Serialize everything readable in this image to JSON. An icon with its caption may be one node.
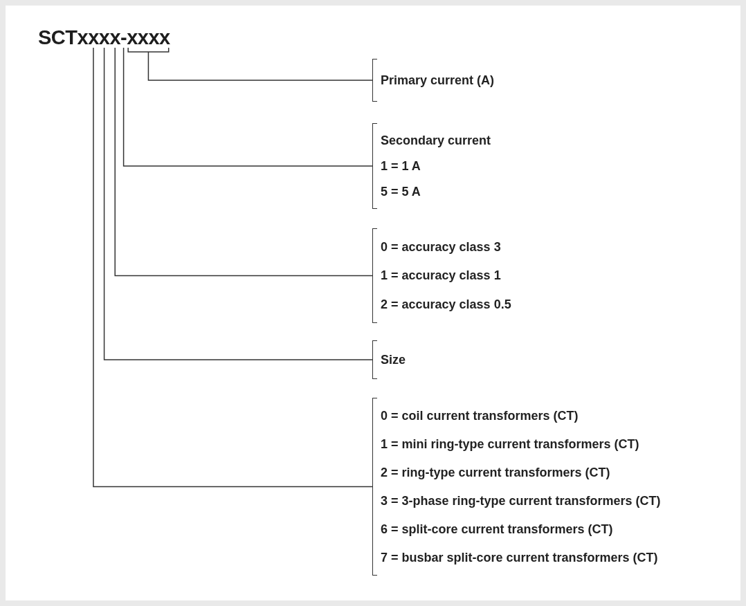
{
  "diagram": {
    "nodes": [
      {
        "text": [
          "SCTxxxx-xxxx"
        ]
      },
      {
        "text": [
          "Primary current (A)"
        ]
      },
      {
        "text": [
          "Secondary current",
          "1 = 1 A",
          "5 = 5 A"
        ]
      },
      {
        "text": [
          "0 = accuracy class 3",
          "1 = accuracy class 1",
          "2 = accuracy class 0.5"
        ]
      },
      {
        "text": [
          "Size"
        ]
      },
      {
        "text": [
          "0 = coil current transformers (CT)",
          "1 = mini ring-type current transformers (CT)",
          "2 = ring-type current transformers (CT)",
          "3 = 3-phase ring-type current transformers (CT)",
          "6 = split-core current transformers (CT)",
          "7 = busbar split-core current transformers (CT)"
        ]
      }
    ],
    "edges": [
      {
        "from": 0,
        "to": 1,
        "arrow": "none"
      },
      {
        "from": 0,
        "to": 2,
        "arrow": "none"
      },
      {
        "from": 0,
        "to": 3,
        "arrow": "none"
      },
      {
        "from": 0,
        "to": 4,
        "arrow": "none"
      },
      {
        "from": 0,
        "to": 5,
        "arrow": "none"
      }
    ]
  }
}
